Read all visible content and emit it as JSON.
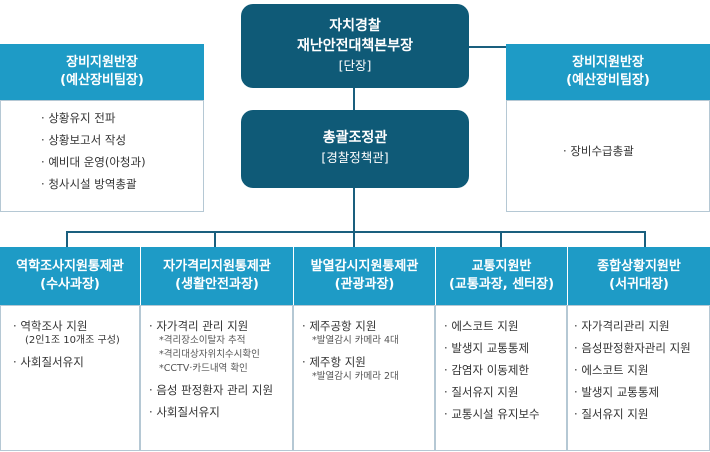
{
  "top": {
    "line1": "자치경찰",
    "line2": "재난안전대책본부장",
    "line3": "[단장]"
  },
  "coord": {
    "line1": "총괄조정관",
    "line2": "[경찰정책관]"
  },
  "left_box": {
    "title1": "장비지원반장",
    "title2": "(예산장비팀장)",
    "items": [
      "상황유지 전파",
      "상황보고서 작성",
      "예비대 운영(아청과)",
      "청사시설 방역총괄"
    ]
  },
  "right_box": {
    "title1": "장비지원반장",
    "title2": "(예산장비팀장)",
    "items": [
      "장비수급총괄"
    ]
  },
  "teams": [
    {
      "title1": "역학조사지원통제관",
      "title2": "(수사과장)",
      "items": [
        {
          "text": "역학조사 지원",
          "note": "(2인1조 10개조 구성)"
        },
        {
          "text": "사회질서유지"
        }
      ]
    },
    {
      "title1": "자가격리지원통제관",
      "title2": "(생활안전과장)",
      "items": [
        {
          "text": "자가격리 관리 지원",
          "subs": [
            "*격리장소이탈자 추적",
            "*격리대상자위치수시확인",
            "*CCTV·카드내역 확인"
          ]
        },
        {
          "text": "음성 판정환자 관리 지원"
        },
        {
          "text": "사회질서유지"
        }
      ]
    },
    {
      "title1": "발열감시지원통제관",
      "title2": "(관광과장)",
      "items": [
        {
          "text": "제주공항 지원",
          "subs": [
            "*발열감시 카메라 4대"
          ]
        },
        {
          "text": "제주항 지원",
          "subs": [
            "*발열감시 카메라 2대"
          ]
        }
      ]
    },
    {
      "title1": "교통지원반",
      "title2": "(교통과장, 센터장)",
      "items": [
        {
          "text": "에스코트 지원"
        },
        {
          "text": "발생지 교통통제"
        },
        {
          "text": "감염자 이동제한"
        },
        {
          "text": "질서유지 지원"
        },
        {
          "text": "교통시설 유지보수"
        }
      ]
    },
    {
      "title1": "종합상황지원반",
      "title2": "(서귀대장)",
      "items": [
        {
          "text": "자가격리관리 지원"
        },
        {
          "text": "음성판정환자관리 지원"
        },
        {
          "text": "에스코트 지원"
        },
        {
          "text": "발생지 교통통제"
        },
        {
          "text": "질서유지 지원"
        }
      ]
    }
  ]
}
